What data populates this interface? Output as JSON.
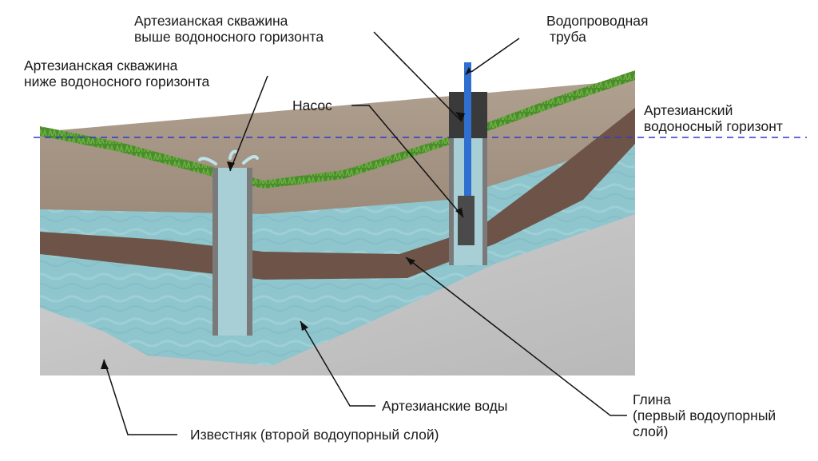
{
  "labels": {
    "well_above_1": "Артезианская скважина",
    "well_above_2": "выше водоносного горизонта",
    "pipe_1": "Водопроводная",
    "pipe_2": "труба",
    "well_below_1": "Артезианская скважина",
    "well_below_2": "ниже водоносного горизонта",
    "pump": "Насос",
    "horizon_1": "Артезианский",
    "horizon_2": "водоносный горизонт",
    "waters": "Артезианские воды",
    "clay_1": "Глина",
    "clay_2": "(первый водоупорный",
    "clay_3": "слой)",
    "limestone": "Известняк (второй водоупорный слой)"
  },
  "colors": {
    "grass": "#4a8a2a",
    "soil": "#a89888",
    "clay": "#6e5448",
    "water": "#8cc4cc",
    "limestone": "#c4c4c4",
    "casing": "#7a7a7a",
    "pipe": "#2f6fd0",
    "pump": "#4a4a4a",
    "horizon_line": "#2a3ad0"
  }
}
